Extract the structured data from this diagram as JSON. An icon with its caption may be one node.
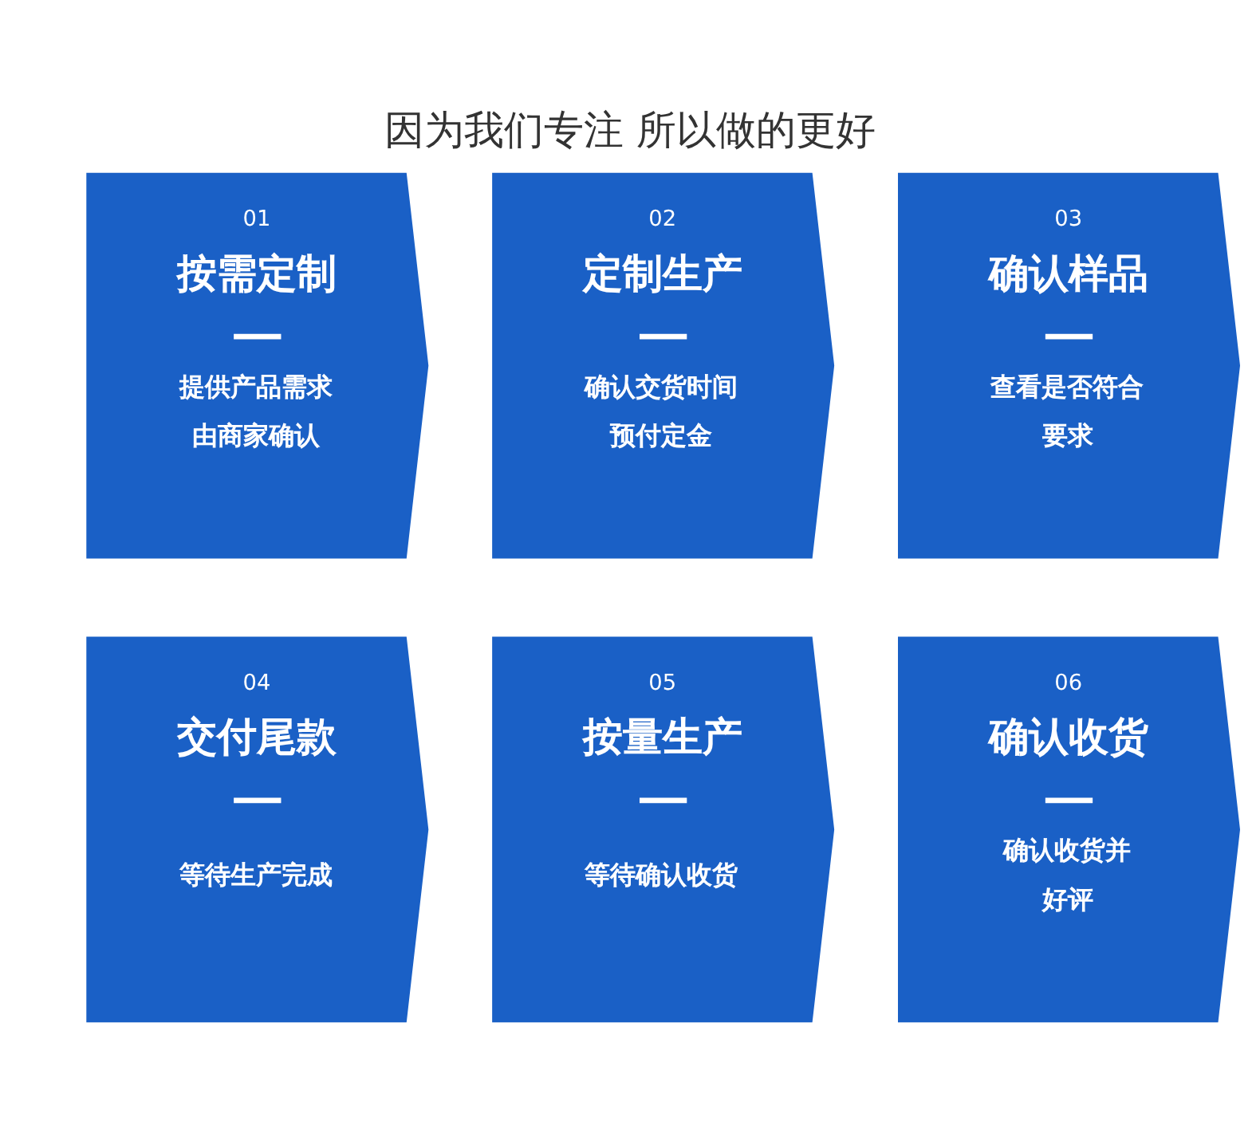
{
  "diagram": {
    "title": "因为我们专注 所以做的更好",
    "nodes": [
      {
        "text": [
          "01",
          "按需定制",
          "提供产品需求由商家确认"
        ]
      },
      {
        "text": [
          "02",
          "定制生产",
          "确认交货时间预付定金"
        ]
      },
      {
        "text": [
          "03",
          "确认样品",
          "查看是否符合要求"
        ]
      },
      {
        "text": [
          "04",
          "交付尾款",
          "等待生产完成"
        ]
      },
      {
        "text": [
          "05",
          "按量生产",
          "等待确认收货"
        ]
      },
      {
        "text": [
          "06",
          "确认收货",
          "确认收货并好评"
        ]
      }
    ],
    "edges": []
  }
}
